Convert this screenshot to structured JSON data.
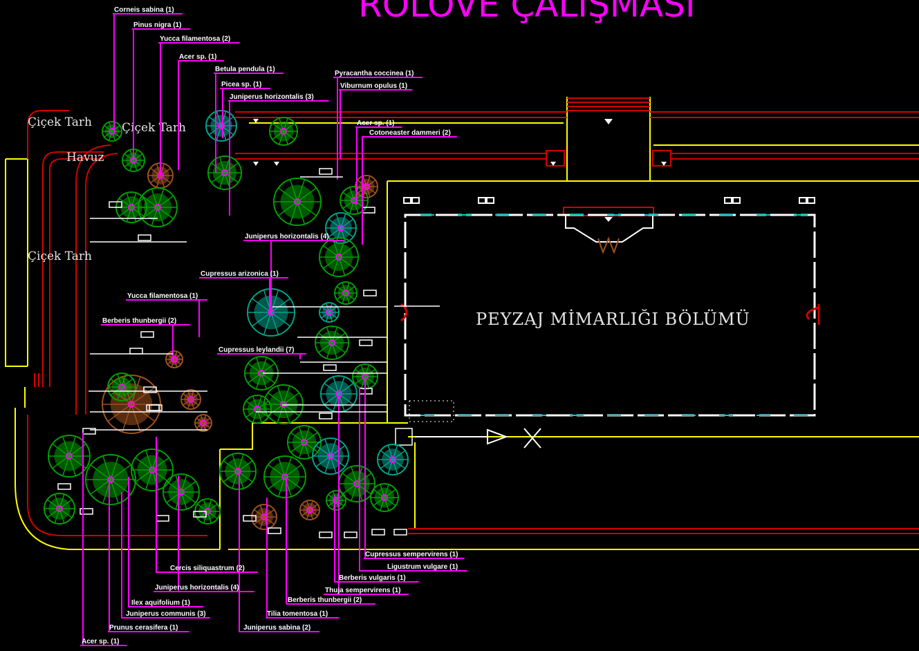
{
  "drawing": {
    "title": "ROLÖVE ÇALIŞMASI",
    "building_label": "PEYZAJ MİMARLIĞI BÖLÜMÜ",
    "area_labels": {
      "cicek_1": "Çiçek Tarh",
      "cicek_2": "Çiçek Tarh",
      "cicek_3": "Çiçek Tarh",
      "havuz": "Havuz"
    },
    "plant_labels": [
      "Corneis sabina (1)",
      "Pinus nigra (1)",
      "Yucca filamentosa (2)",
      "Acer sp. (1)",
      "Betula pendula (1)",
      "Picea sp. (1)",
      "Juniperus horizontalis (3)",
      "Pyracantha coccinea (1)",
      "Viburnum opulus (1)",
      "Acer sp. (1)",
      "Cotoneaster dammeri (2)",
      "Juniperus horizontalis (4)",
      "Cupressus arizonica (1)",
      "Yucca filamentosa (1)",
      "Berberis thunbergii (2)",
      "Cupressus leylandii (7)",
      "Cupressus sempervirens (1)",
      "Ligustrum vulgare (1)",
      "Berberis vulgaris (1)",
      "Thuja sempervirens (1)",
      "Berberis thunbergii (2)",
      "Tilia tomentosa (1)",
      "Juniperus sabina (2)",
      "Cercis siliquastrum (2)",
      "Juniperus horizontalis (4)",
      "Ilex aquifolium (1)",
      "Juniperus communis (3)",
      "Prunus cerasifera (1)",
      "Acer sp. (1)"
    ]
  },
  "colors": {
    "background": "#000000",
    "wall_red": "#d40000",
    "boundary_yellow": "#ffff00",
    "leader_magenta": "#ff00ff",
    "building_white": "#ffffff",
    "glass_cyan": "#00cccc",
    "tree_green": "#00a000",
    "tree_teal": "#00a38a",
    "shrub_brown": "#a0521e"
  },
  "icons": [
    "tree-symbol-icon",
    "entrance-arrow-icon",
    "cross-mark-icon",
    "door-arc-icon"
  ]
}
